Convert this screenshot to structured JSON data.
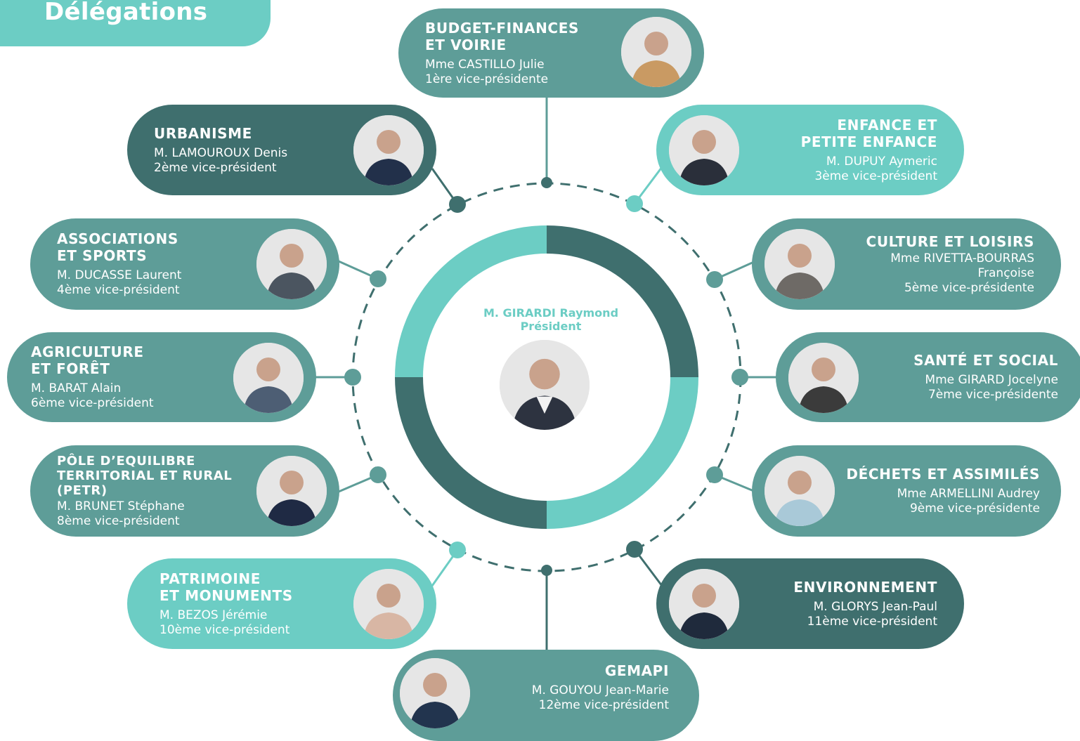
{
  "header": {
    "title": "Délégations"
  },
  "colors": {
    "dark": "#3f6f6e",
    "mid": "#5e9d98",
    "light": "#6ccdc4",
    "photo_bg": "#e2e2e2"
  },
  "president": {
    "name": "M. GIRARDI Raymond",
    "role": "Président"
  },
  "delegations": [
    {
      "title_lines": [
        "BUDGET-FINANCES",
        "ET VOIRIE"
      ],
      "name": "Mme CASTILLO Julie",
      "role": "1ère vice-présidente"
    },
    {
      "title_lines": [
        "URBANISME"
      ],
      "name": "M. LAMOUROUX Denis",
      "role": "2ème vice-président"
    },
    {
      "title_lines": [
        "ENFANCE ET",
        "PETITE ENFANCE"
      ],
      "name": "M. DUPUY Aymeric",
      "role": "3ème vice-président"
    },
    {
      "title_lines": [
        "ASSOCIATIONS",
        "ET SPORTS"
      ],
      "name": "M. DUCASSE Laurent",
      "role": "4ème vice-président"
    },
    {
      "title_lines": [
        "CULTURE ET LOISIRS"
      ],
      "name_lines": [
        "Mme RIVETTA-BOURRAS",
        "Françoise"
      ],
      "role": "5ème vice-présidente"
    },
    {
      "title_lines": [
        "AGRICULTURE",
        "ET FORÊT"
      ],
      "name": "M. BARAT Alain",
      "role": "6ème vice-président"
    },
    {
      "title_lines": [
        "SANTÉ ET SOCIAL"
      ],
      "name": "Mme GIRARD Jocelyne",
      "role": "7ème vice-présidente"
    },
    {
      "title_lines": [
        "PÔLE D’EQUILIBRE",
        "TERRITORIAL ET RURAL",
        "(PETR)"
      ],
      "name": "M. BRUNET Stéphane",
      "role": "8ème vice-président"
    },
    {
      "title_lines": [
        "DÉCHETS ET ASSIMILÉS"
      ],
      "name": "Mme ARMELLINI Audrey",
      "role": "9ème vice-présidente"
    },
    {
      "title_lines": [
        "PATRIMOINE",
        "ET MONUMENTS"
      ],
      "name": "M. BEZOS Jérémie",
      "role": "10ème vice-président"
    },
    {
      "title_lines": [
        "ENVIRONNEMENT"
      ],
      "name": "M. GLORYS Jean-Paul",
      "role": "11ème vice-président"
    },
    {
      "title_lines": [
        "GEMAPI"
      ],
      "name": "M. GOUYOU Jean-Marie",
      "role": "12ème vice-président"
    }
  ]
}
